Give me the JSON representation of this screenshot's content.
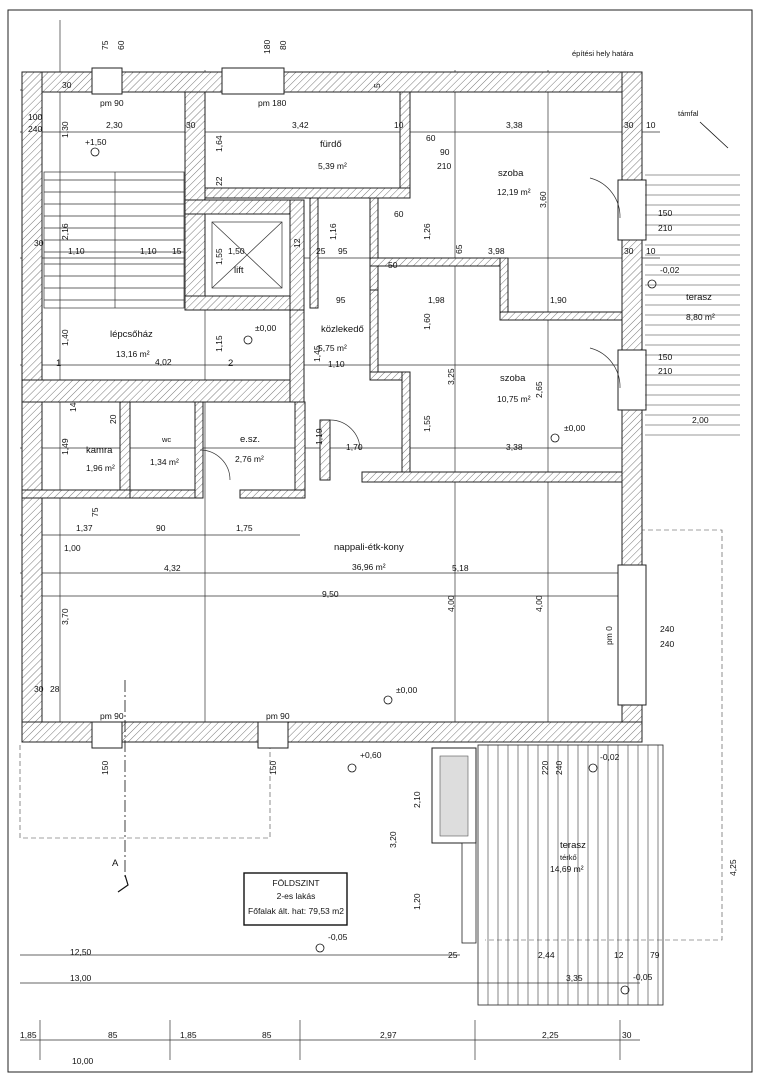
{
  "top_note": "építési hely határa",
  "tamfal": "támfal",
  "rooms": {
    "furdo": {
      "name": "fürdő",
      "area": "5,39 m²"
    },
    "szoba1": {
      "name": "szoba",
      "area": "12,19 m²"
    },
    "lift": {
      "name": "lift"
    },
    "lepcsohaz": {
      "name": "lépcsőház",
      "area": "13,16 m²"
    },
    "kozlekedo": {
      "name": "közlekedő",
      "area": "5,75 m²"
    },
    "szoba2": {
      "name": "szoba",
      "area": "10,75 m²"
    },
    "terasz1": {
      "name": "terasz",
      "area": "8,80 m²"
    },
    "kamra": {
      "name": "kamra",
      "area": "1,96 m²"
    },
    "wc": {
      "name": "wc",
      "area": "1,34 m²"
    },
    "esz": {
      "name": "e.sz.",
      "area": "2,76 m²"
    },
    "nappali": {
      "name": "nappali-étk-kony",
      "area": "36,96 m²"
    },
    "terasz2": {
      "name": "terasz",
      "sub": "térkő",
      "area": "14,69 m²"
    }
  },
  "title_block": {
    "line1": "FÖLDSZINT",
    "line2": "2-es lakás",
    "line3": "Főfalak ált. hat: 79,53 m2"
  },
  "levels": {
    "l1": "+1,50",
    "l2": "±0,00",
    "l3": "±0,00",
    "l4": "-0,02",
    "l5": "±0,00",
    "l6": "+0,60",
    "l7": "-0,02",
    "l8": "-0,05",
    "l9": "-0,05"
  },
  "windows": {
    "w1": "pm 90",
    "w2": "pm 180",
    "w3": "pm 90",
    "w4": "pm 90",
    "w5": "pm 0"
  },
  "section_marker": "A",
  "markers": {
    "m1": "1",
    "m2": "2"
  },
  "dims": {
    "top_75": "75",
    "top_60": "60",
    "top_180": "180",
    "top_80": "80",
    "d_2_30": "2,30",
    "d_3_42": "3,42",
    "d_3_38a": "3,38",
    "d_1_30": "1,30",
    "d_100": "100",
    "d_240": "240",
    "d_1_64": "1,64",
    "d_22": "22",
    "d_60a": "60",
    "d_90a": "90",
    "d_210a": "210",
    "d_3_60": "3,60",
    "d_2_16": "2,16",
    "d_1_10a": "1,10",
    "d_1_10b": "1,10",
    "d_1_50": "1,50",
    "d_1_55": "1,55",
    "d_3_98": "3,98",
    "d_1_98": "1,98",
    "d_1_90": "1,90",
    "d_1_40": "1,40",
    "d_4_02": "4,02",
    "d_1_15": "1,15",
    "d_1_45": "1,45",
    "d_1_10c": "1,10",
    "d_3_25": "3,25",
    "d_2_65": "2,65",
    "d_1_60": "1,60",
    "d_1_55b": "1,55",
    "d_3_38b": "3,38",
    "d_1_70": "1,70",
    "d_1_19": "1,19",
    "d_1_49": "1,49",
    "d_1_37": "1,37",
    "d_1_00": "1,00",
    "d_1_75": "1,75",
    "d_90b": "90",
    "d_4_32": "4,32",
    "d_5_18": "5,18",
    "d_9_50": "9,50",
    "d_3_70": "3,70",
    "d_4_00a": "4,00",
    "d_4_00b": "4,00",
    "d_150a": "150",
    "d_210b": "210",
    "d_150b": "150",
    "d_210c": "210",
    "d_2_00": "2,00",
    "d_240a": "240",
    "d_240b": "240",
    "d_150c": "150",
    "d_150d": "150",
    "d_2_10": "2,10",
    "d_3_20": "3,20",
    "d_1_20": "1,20",
    "d_220": "220",
    "d_240c": "240",
    "d_4_25": "4,25",
    "d_12_50": "12,50",
    "d_13_00": "13,00",
    "d_25": "25",
    "d_2_44": "2,44",
    "d_12": "12",
    "d_79": "79",
    "d_3_35": "3,35",
    "b_1_85a": "1,85",
    "b_85a": "85",
    "b_1_85b": "1,85",
    "b_85b": "85",
    "b_2_97": "2,97",
    "b_2_25": "2,25",
    "b_30": "30",
    "b_bottom": "10,00",
    "d_30": "30",
    "d_10": "10",
    "d_65": "65",
    "d_95": "95",
    "d_50": "50",
    "d_15": "15",
    "d_28": "28",
    "d_14": "14",
    "d_75b": "75",
    "d_1_26": "1,26",
    "d_1_16": "1,16",
    "d_12b": "12",
    "d_20": "20",
    "d_5": "5"
  }
}
